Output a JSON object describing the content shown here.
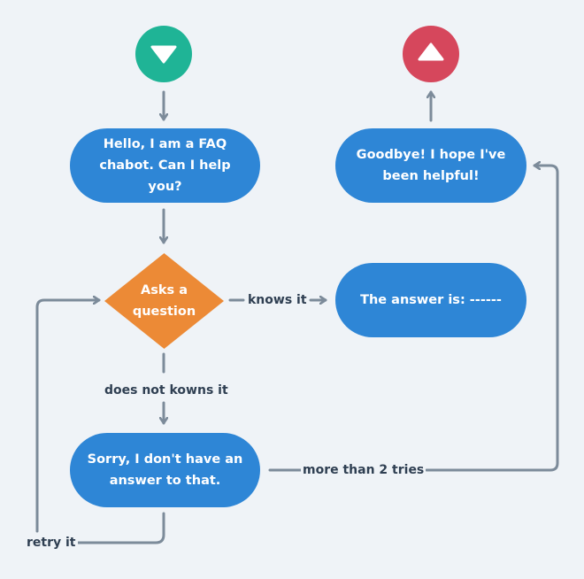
{
  "colors": {
    "background": "#eff3f7",
    "process_node": "#2e86d6",
    "decision_node": "#ec8a36",
    "start_terminal": "#1fb496",
    "end_terminal": "#d6475c",
    "connector": "#7c8b9a",
    "label_text": "#2f3f52"
  },
  "nodes": {
    "start_icon": "triangle-down-icon",
    "end_icon": "triangle-up-icon",
    "greeting": "Hello, I am a FAQ chabot. Can I help you?",
    "decision": "Asks a question",
    "answer": "The answer is: ------",
    "sorry": "Sorry, I don't have an answer to that.",
    "goodbye": "Goodbye! I hope I've been helpful!"
  },
  "edges": {
    "knows_it": "knows it",
    "does_not_know": "does not kowns it",
    "more_than_two": "more than 2 tries",
    "retry": "retry it"
  }
}
